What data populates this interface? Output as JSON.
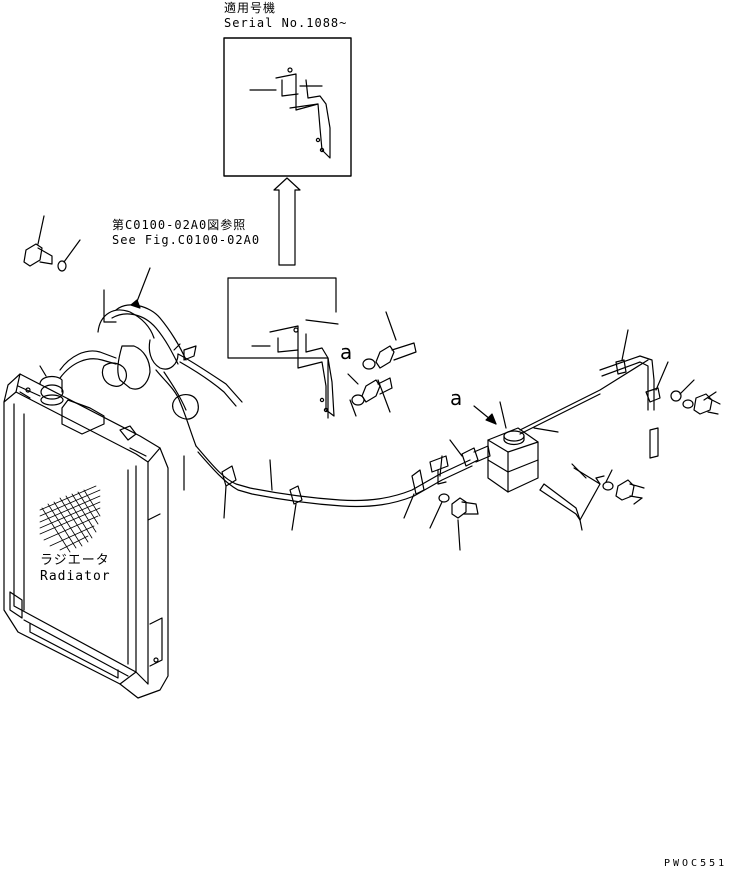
{
  "inset": {
    "title_ja": "適用号機",
    "title_en": "Serial No.1088~"
  },
  "reference": {
    "ja": "第C0100-02A0図参照",
    "en": "See Fig.C0100-02A0"
  },
  "radiator": {
    "label_ja": "ラジエータ",
    "label_en": "Radiator"
  },
  "view_marker": {
    "detail": "a",
    "pointer": "a"
  },
  "drawing_code": "PWOC551"
}
